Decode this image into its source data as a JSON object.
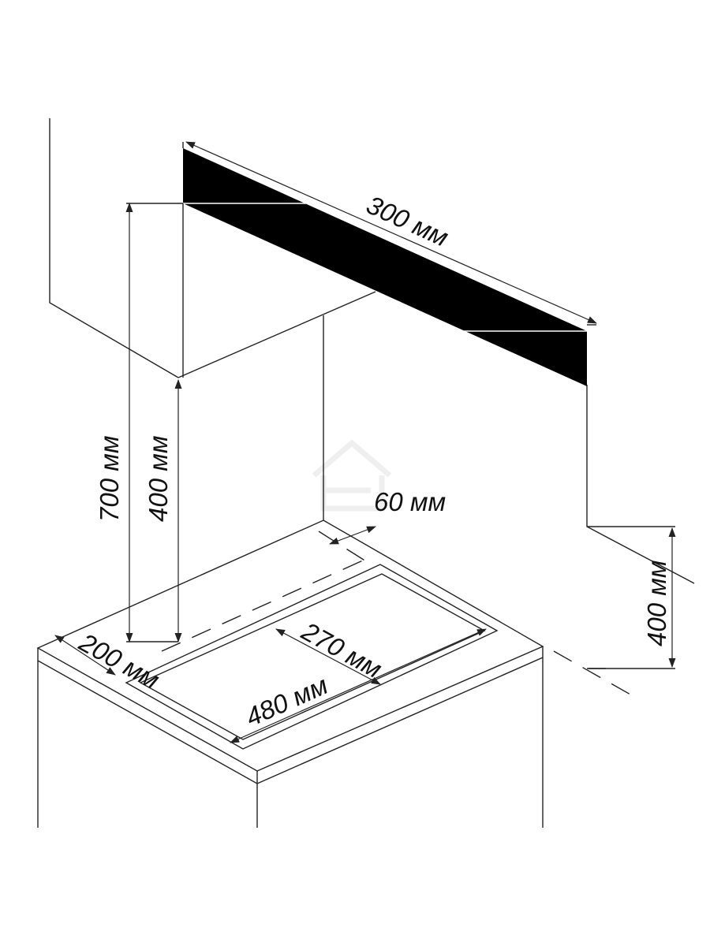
{
  "dimensions": {
    "hood_depth": "300 мм",
    "hood_height_from_counter": "700 мм",
    "hood_to_cabinet_gap": "400 мм",
    "side_clearance": "60 мм",
    "wall_cabinet_clearance": "400 мм",
    "front_clearance": "200 мм",
    "hob_depth": "270 мм",
    "hob_width": "480 мм"
  },
  "colors": {
    "line": "#222222",
    "hood_panel": "#000000",
    "watermark": "#e2e2e2"
  },
  "icons": {
    "watermark": "house-logo-icon"
  }
}
